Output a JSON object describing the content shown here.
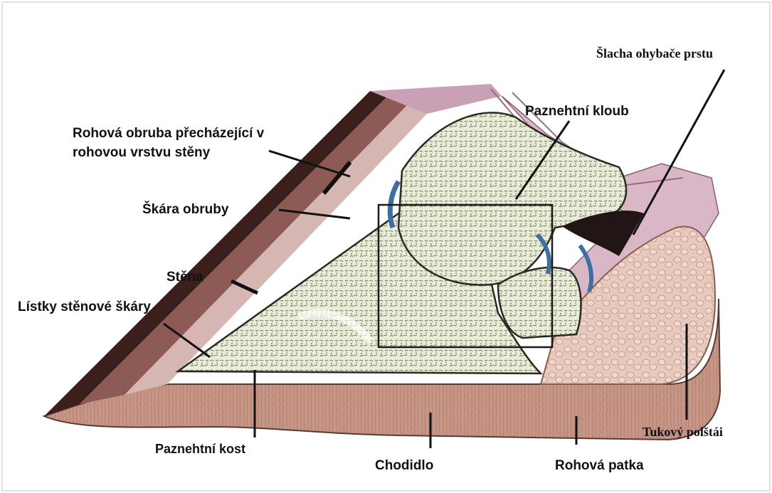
{
  "labels": {
    "slacha": "Šlacha ohybače prstu",
    "paznehtni_kloub": "Paznehtní kloub",
    "rohova_obruba_line1": "Rohová obruba přecházející v",
    "rohova_obruba_line2": "rohovou vrstvu stěny",
    "skara_obruby": "Škára obruby",
    "stena": "Stěna",
    "listky": "Lístky stěnové škáry",
    "paznehtni_kost": "Paznehtní kost",
    "chodidlo": "Chodidlo",
    "rohova_patka": "Rohová patka",
    "tukovy_polstar": "Tukový polštái"
  },
  "colors": {
    "hoof_wall": "#3a1f1c",
    "bone": "#e9ecd6",
    "sole": "#c99a8c",
    "tendon": "#d8b6c4",
    "fat_pad": "#e6c2b6",
    "joint_space": "#3e6fa0"
  }
}
